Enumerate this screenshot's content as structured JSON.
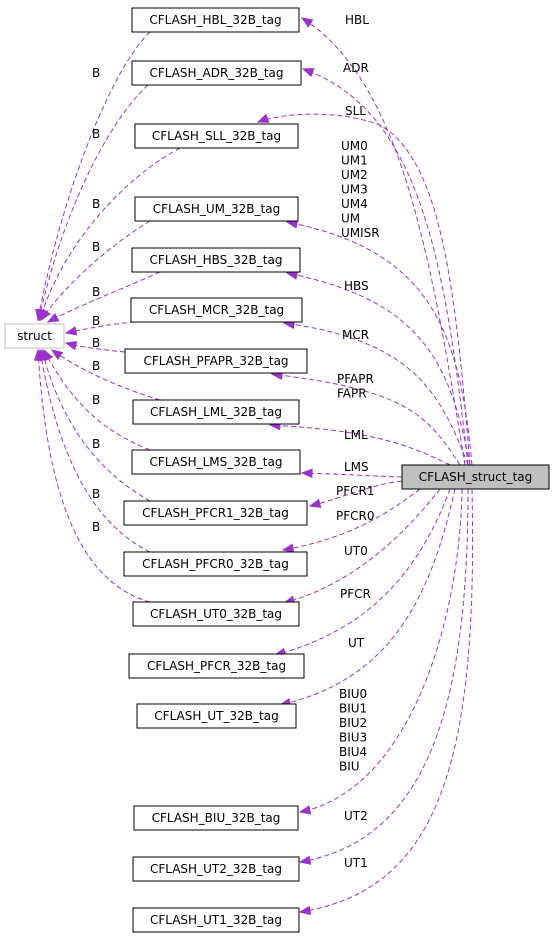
{
  "colors": {
    "edge": "#9a32cd",
    "node_border": "#000000",
    "root_fill": "#bfbfbf",
    "external_border": "#bfbfbf",
    "background": "#ffffff"
  },
  "root": {
    "label": "CFLASH_struct_tag"
  },
  "base": {
    "label": "struct"
  },
  "base_edge_label": "B",
  "nodes": [
    {
      "id": "hbl",
      "label": "CFLASH_HBL_32B_tag",
      "member_labels": [
        "HBL"
      ]
    },
    {
      "id": "adr",
      "label": "CFLASH_ADR_32B_tag",
      "member_labels": [
        "ADR"
      ]
    },
    {
      "id": "sll",
      "label": "CFLASH_SLL_32B_tag",
      "member_labels": [
        "SLL"
      ]
    },
    {
      "id": "um",
      "label": "CFLASH_UM_32B_tag",
      "member_labels": [
        "UM0",
        "UM1",
        "UM2",
        "UM3",
        "UM4",
        "UM",
        "UMISR"
      ]
    },
    {
      "id": "hbs",
      "label": "CFLASH_HBS_32B_tag",
      "member_labels": [
        "HBS"
      ]
    },
    {
      "id": "mcr",
      "label": "CFLASH_MCR_32B_tag",
      "member_labels": [
        "MCR"
      ]
    },
    {
      "id": "pfapr",
      "label": "CFLASH_PFAPR_32B_tag",
      "member_labels": [
        "PFAPR",
        "FAPR"
      ]
    },
    {
      "id": "lml",
      "label": "CFLASH_LML_32B_tag",
      "member_labels": [
        "LML"
      ]
    },
    {
      "id": "lms",
      "label": "CFLASH_LMS_32B_tag",
      "member_labels": [
        "LMS"
      ]
    },
    {
      "id": "pfcr1",
      "label": "CFLASH_PFCR1_32B_tag",
      "member_labels": [
        "PFCR1"
      ]
    },
    {
      "id": "pfcr0",
      "label": "CFLASH_PFCR0_32B_tag",
      "member_labels": [
        "PFCR0"
      ]
    },
    {
      "id": "ut0",
      "label": "CFLASH_UT0_32B_tag",
      "member_labels": [
        "UT0"
      ]
    },
    {
      "id": "pfcr",
      "label": "CFLASH_PFCR_32B_tag",
      "member_labels": [
        "PFCR"
      ]
    },
    {
      "id": "ut",
      "label": "CFLASH_UT_32B_tag",
      "member_labels": [
        "UT"
      ]
    },
    {
      "id": "biu",
      "label": "CFLASH_BIU_32B_tag",
      "member_labels": [
        "BIU0",
        "BIU1",
        "BIU2",
        "BIU3",
        "BIU4",
        "BIU"
      ]
    },
    {
      "id": "ut2",
      "label": "CFLASH_UT2_32B_tag",
      "member_labels": [
        "UT2"
      ]
    },
    {
      "id": "ut1",
      "label": "CFLASH_UT1_32B_tag",
      "member_labels": [
        "UT1"
      ]
    }
  ]
}
